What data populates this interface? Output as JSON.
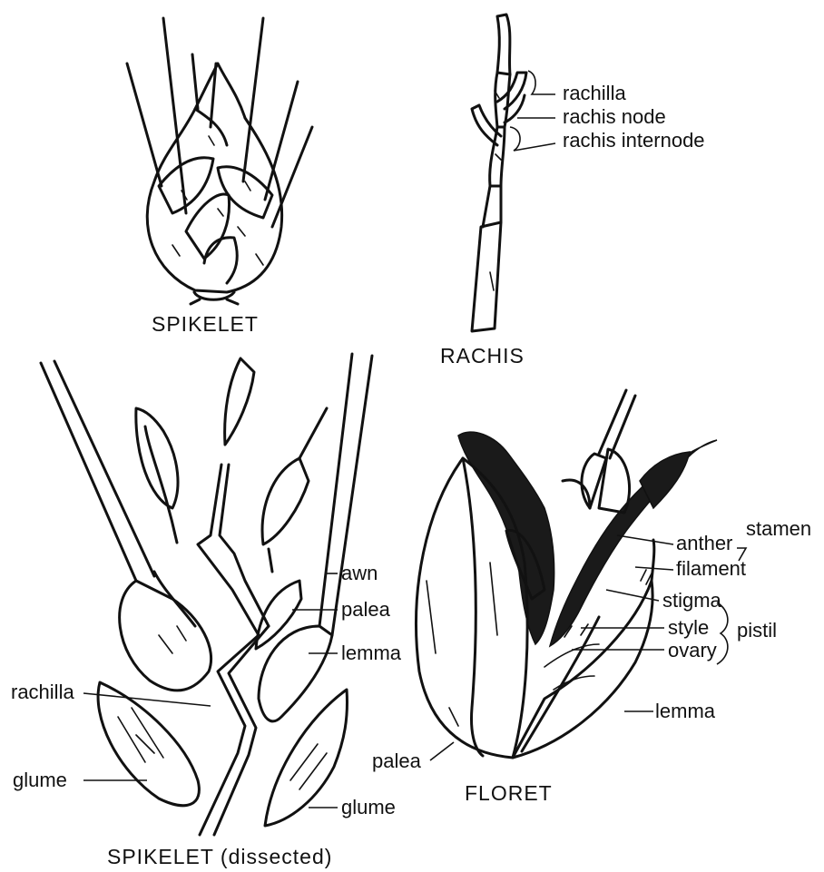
{
  "captions": {
    "spikelet": "SPIKELET",
    "rachis": "RACHIS",
    "spikelet_dissected": "SPIKELET (dissected)",
    "floret": "FLORET"
  },
  "rachis_labels": {
    "rachilla": "rachilla",
    "rachis_node": "rachis node",
    "rachis_internode": "rachis internode"
  },
  "dissected_labels": {
    "awn": "awn",
    "palea": "palea",
    "lemma": "lemma",
    "rachilla": "rachilla",
    "glume_left": "glume",
    "glume_right": "glume"
  },
  "floret_labels": {
    "stamen": "stamen",
    "anther": "anther",
    "filament": "filament",
    "stigma": "stigma",
    "style": "style",
    "pistil": "pistil",
    "ovary": "ovary",
    "lemma": "lemma",
    "palea": "palea"
  },
  "colors": {
    "ink": "#111111",
    "paper": "#ffffff"
  }
}
